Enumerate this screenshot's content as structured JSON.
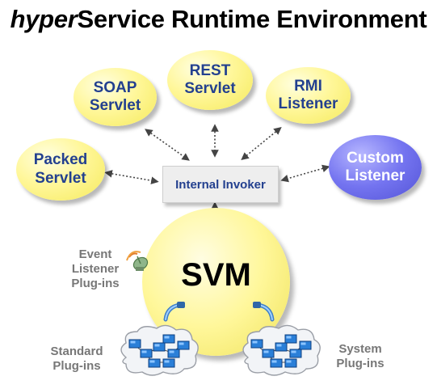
{
  "title": {
    "prefix": "hyper",
    "rest": "Service Runtime Environment"
  },
  "nodes": {
    "rest": "REST\nServlet",
    "soap": "SOAP\nServlet",
    "rmi": "RMI\nListener",
    "packed": "Packed\nServlet",
    "custom": "Custom\nListener"
  },
  "invoker": "Internal Invoker",
  "svm": "SVM",
  "labels": {
    "event": "Event\nListener\nPlug-ins",
    "standard": "Standard\nPlug-ins",
    "system": "System\nPlug-ins"
  },
  "icons": [
    "antenna-icon",
    "plug-icon",
    "cloud-icon",
    "network-cluster-icon"
  ],
  "colors": {
    "yellow": "#fff79a",
    "purple": "#6a6aec",
    "node_text": "#23408f",
    "label_gray": "#777777",
    "cloud_box": "#2a7fd8"
  }
}
